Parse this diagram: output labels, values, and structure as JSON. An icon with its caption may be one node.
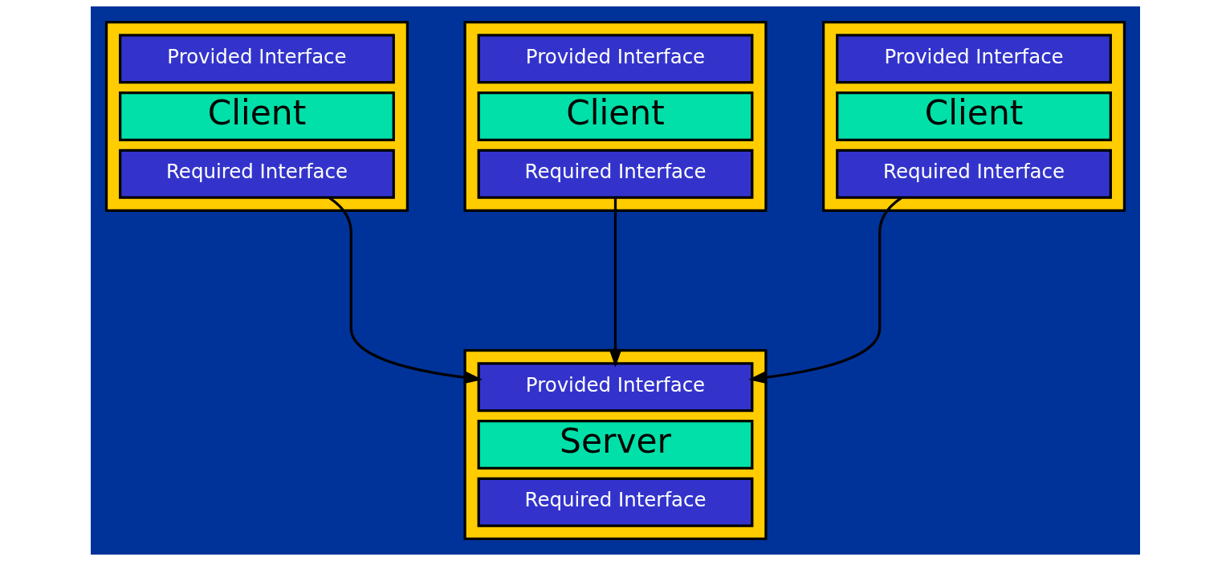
{
  "diagram": {
    "nodes": [
      {
        "text": [],
        "shape": "box"
      },
      {
        "text": [
          "Provided Interface"
        ],
        "in": 0
      },
      {
        "text": [
          "Client"
        ],
        "in": 0
      },
      {
        "text": [
          "Required Interface"
        ],
        "in": 0
      },
      {
        "text": [],
        "shape": "box"
      },
      {
        "text": [
          "Provided Interface"
        ],
        "in": 4
      },
      {
        "text": [
          "Client"
        ],
        "in": 4
      },
      {
        "text": [
          "Required Interface"
        ],
        "in": 4
      },
      {
        "text": [],
        "shape": "box"
      },
      {
        "text": [
          "Provided Interface"
        ],
        "in": 8
      },
      {
        "text": [
          "Client"
        ],
        "in": 8
      },
      {
        "text": [
          "Required Interface"
        ],
        "in": 8
      },
      {
        "text": [],
        "shape": "box"
      },
      {
        "text": [
          "Provided Interface"
        ],
        "in": 12
      },
      {
        "text": [
          "Server"
        ],
        "in": 12
      },
      {
        "text": [
          "Required Interface"
        ],
        "in": 12
      }
    ],
    "edges": [
      {
        "from": 3,
        "to": 13,
        "arrow": "to"
      },
      {
        "from": 7,
        "to": 13,
        "arrow": "to"
      },
      {
        "from": 11,
        "to": 13,
        "arrow": "to"
      }
    ]
  }
}
